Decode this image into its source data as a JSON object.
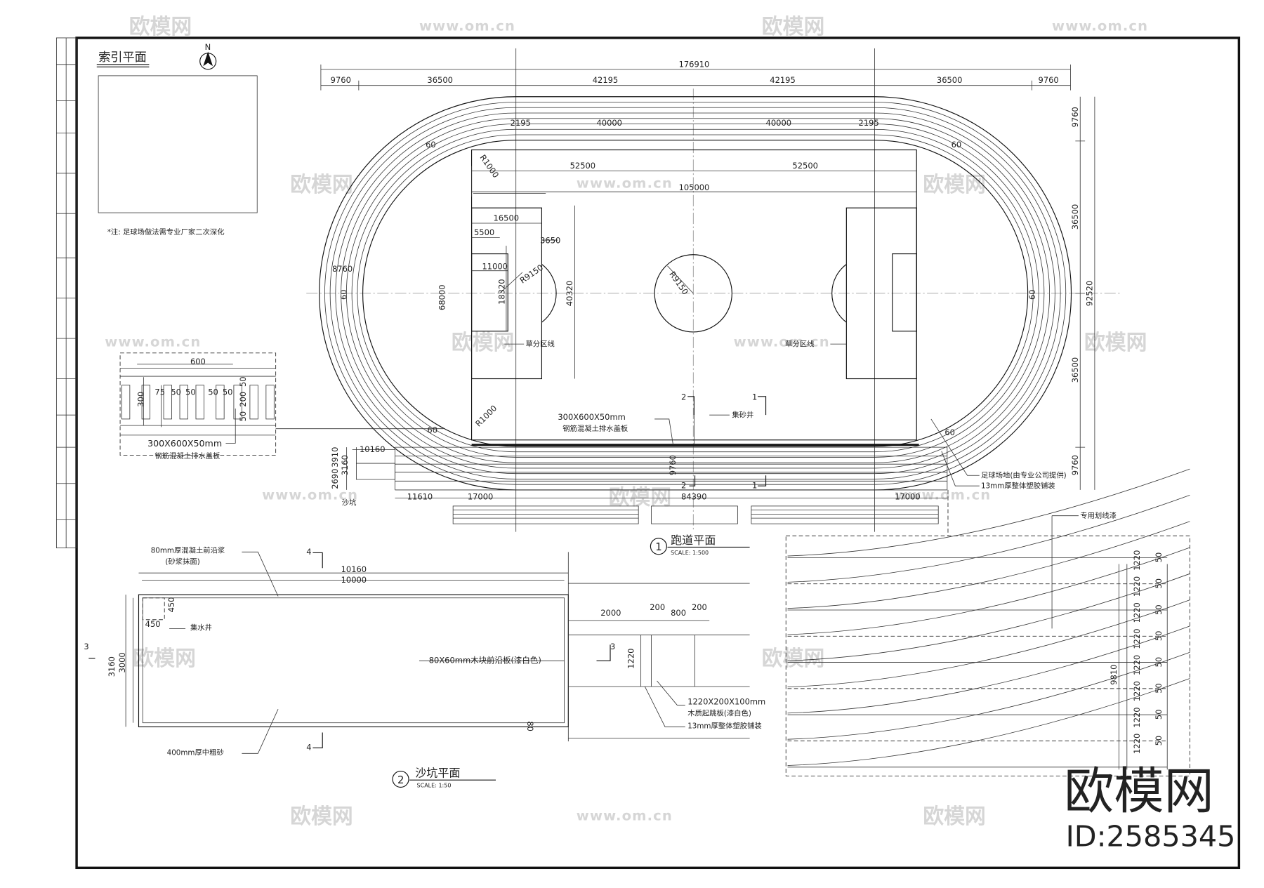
{
  "index_plan": {
    "title": "索引平面",
    "north": "N",
    "note": "*注: 足球场做法需专业厂家二次深化"
  },
  "track": {
    "overall": "176910",
    "top_segments": [
      "9760",
      "36500",
      "42195",
      "42195",
      "36500",
      "9760"
    ],
    "inner_segments": [
      "2195",
      "40000",
      "40000",
      "2195"
    ],
    "field_halves": [
      "52500",
      "52500"
    ],
    "field_length": "105000",
    "penalty_depth": "16500",
    "goal_depth": "5500",
    "arc_offset": "3650",
    "penalty_spot": "11000",
    "penalty_radius": "R9150",
    "goal_width": "18320",
    "penalty_width": "40320",
    "field_width": "68000",
    "center_radius": "R9150",
    "corner_radius": "R1000",
    "angle": "60",
    "left_width": "8760",
    "right_segments": [
      "9760",
      "36500",
      "36500",
      "9760"
    ],
    "right_overall": "92520",
    "zone_line": "草分区线",
    "drain_size": "300X600X50mm",
    "drain_name": "钢筋混凝土排水盖板",
    "sand_well": "集砂井",
    "field_supplier": "足球场地(由专业公司提供)",
    "rubber": "13mm厚整体塑胶铺装",
    "bottom_left": [
      "10160",
      "3910",
      "3160",
      "2690"
    ],
    "bottom_segments": [
      "11610",
      "17000",
      "84390",
      "17000"
    ],
    "bottom_width": "9760",
    "sandpit": "沙坑",
    "sections": [
      "1",
      "2"
    ]
  },
  "title_1": {
    "number": "1",
    "name": "跑道平面",
    "scale": "SCALE: 1:500"
  },
  "title_2": {
    "number": "2",
    "name": "沙坑平面",
    "scale": "SCALE: 1:50"
  },
  "sandpit_plan": {
    "edge_label": "80mm厚混凝土前沿浆",
    "edge_sub": "(砂浆抹面)",
    "outer_length": "10160",
    "inner_length": "10000",
    "well_a": "450",
    "well_b": "450",
    "well_label": "集水井",
    "outer_width": "3160",
    "inner_width": "3000",
    "board_label": "80X60mm木块前沿板(漆白色)",
    "sand_label": "400mm厚中粗砂",
    "edge": "80",
    "runway_dims": [
      "2000",
      "200",
      "800",
      "200"
    ],
    "runway_width": "1220",
    "takeoff_size": "1220X200X100mm",
    "takeoff_name": "木质起跳板(漆白色)",
    "rubber": "13mm厚整体塑胶铺装",
    "section_3": "3",
    "section_4": "4"
  },
  "drain_detail": {
    "length": "600",
    "height": "300",
    "slots": [
      "75",
      "50",
      "50",
      "50",
      "50"
    ],
    "side": [
      "50",
      "200",
      "50"
    ],
    "size": "300X600X50mm",
    "name": "钢筋混凝土排水盖板"
  },
  "lane_detail": {
    "paint": "专用划线漆",
    "lanes": [
      "1220",
      "1220",
      "1220",
      "1220",
      "1220",
      "1220",
      "1220",
      "1220"
    ],
    "lines": [
      "50",
      "50",
      "50",
      "50",
      "50",
      "50",
      "50",
      "50"
    ],
    "total": "9810"
  },
  "watermark": {
    "brand": "欧模网",
    "id": "ID:2585345",
    "url": "www.om.cn"
  }
}
